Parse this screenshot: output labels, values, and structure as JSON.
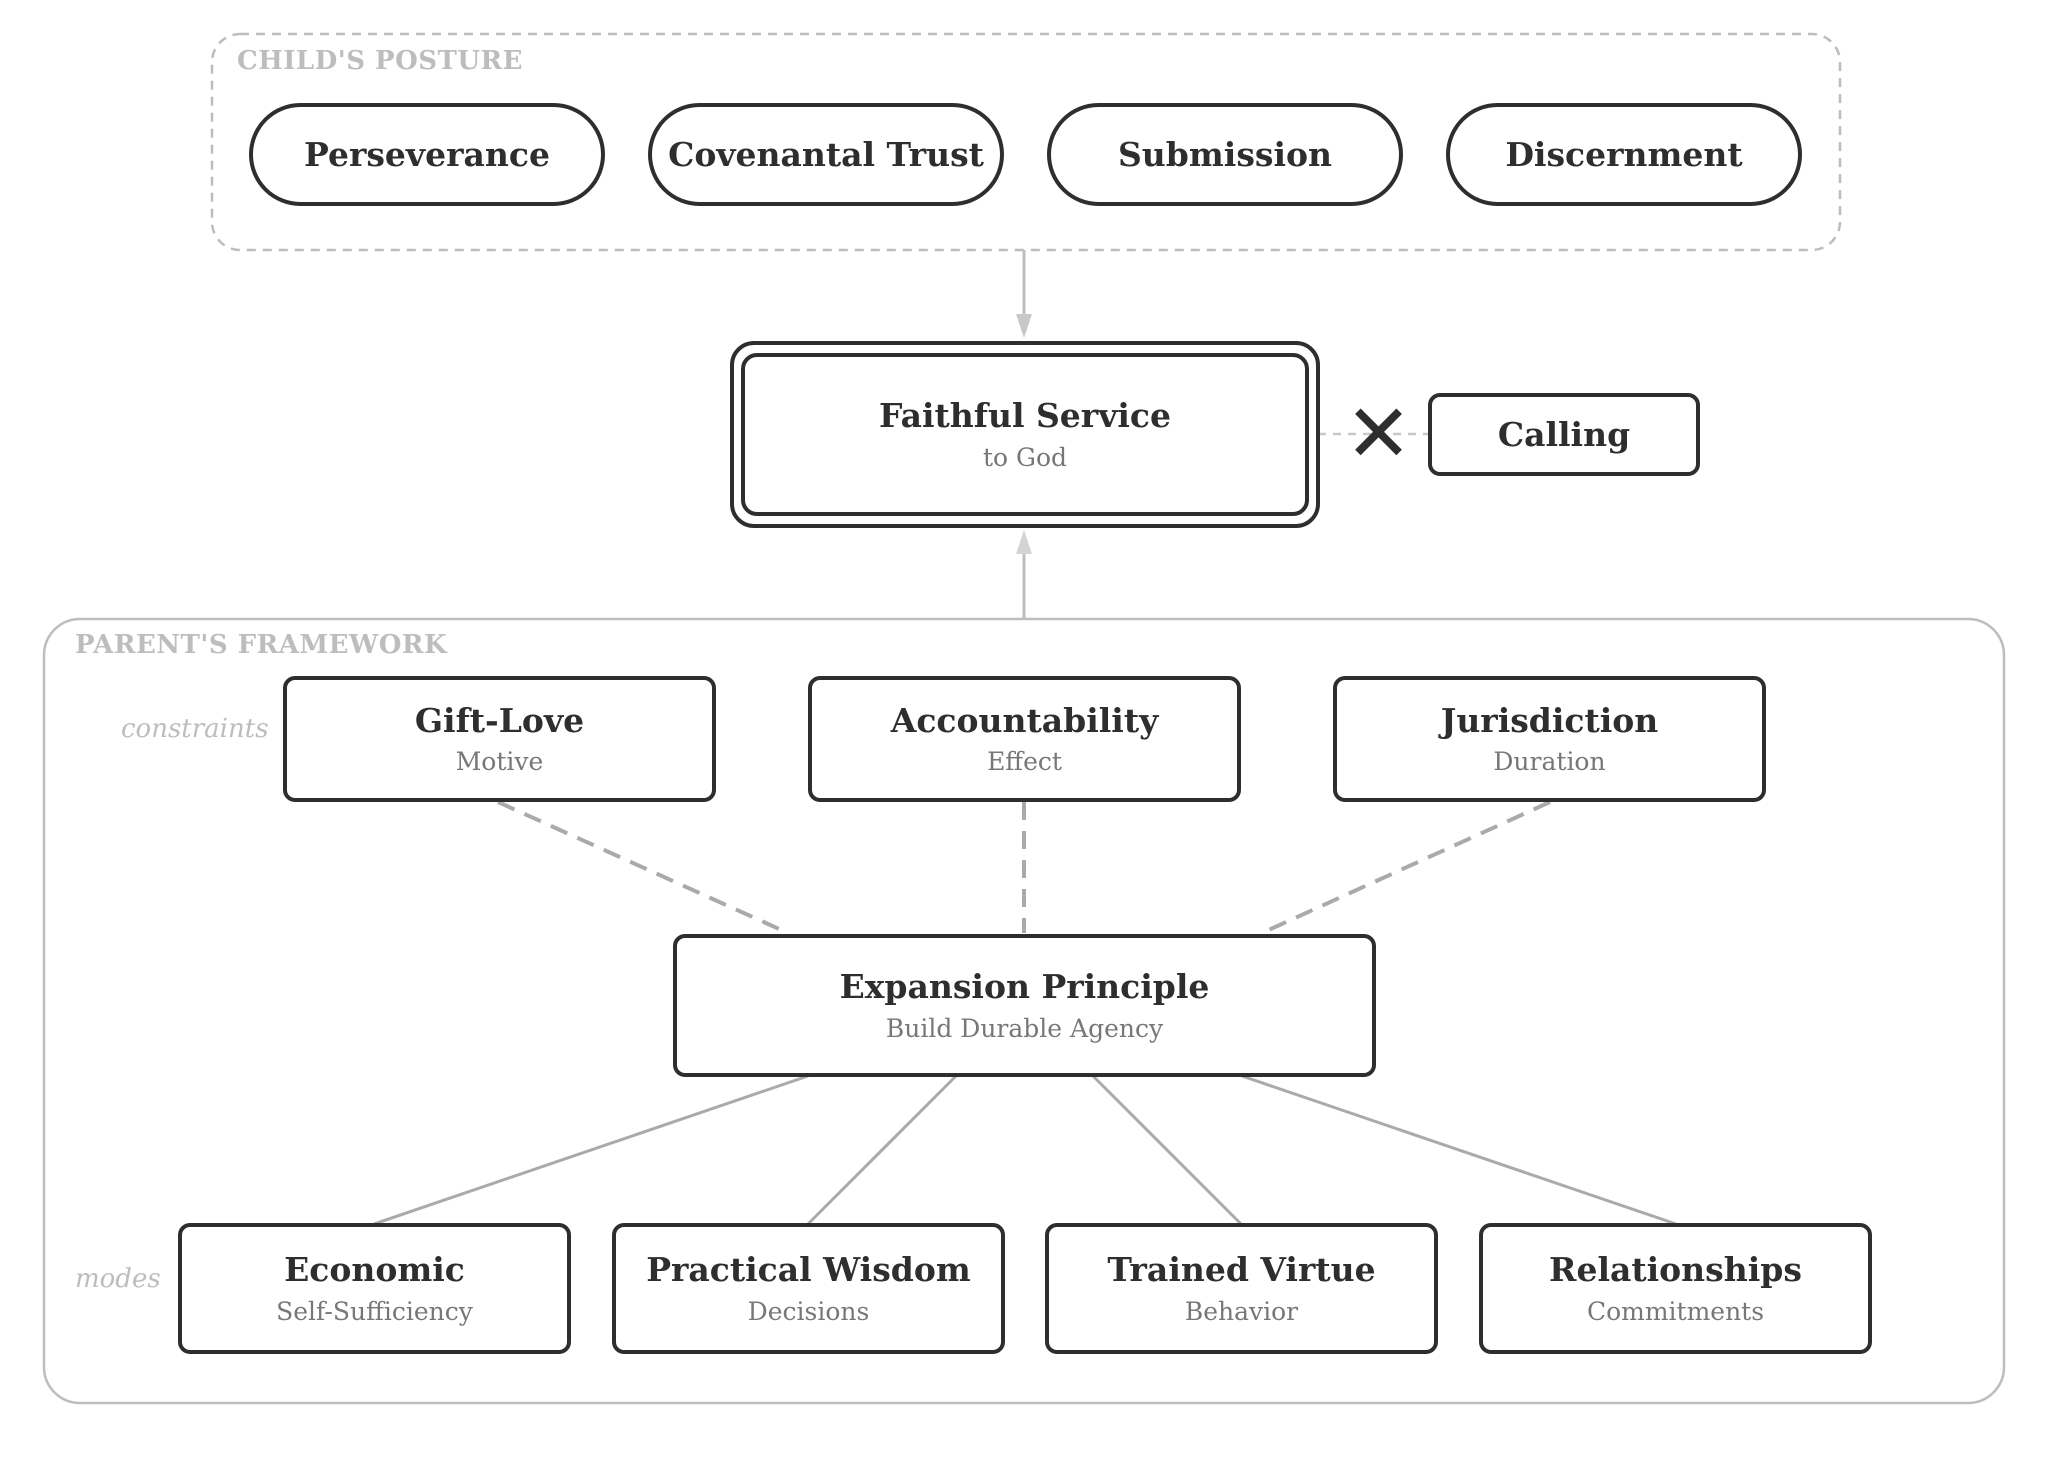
{
  "child_posture": {
    "label": "CHILD'S POSTURE",
    "items": [
      "Perseverance",
      "Covenantal Trust",
      "Submission",
      "Discernment"
    ]
  },
  "center": {
    "title": "Faithful Service",
    "subtitle": "to God"
  },
  "calling": {
    "title": "Calling"
  },
  "parent_framework": {
    "label": "PARENT'S FRAMEWORK",
    "constraints_label": "constraints",
    "modes_label": "modes",
    "constraints": [
      {
        "title": "Gift-Love",
        "subtitle": "Motive"
      },
      {
        "title": "Accountability",
        "subtitle": "Effect"
      },
      {
        "title": "Jurisdiction",
        "subtitle": "Duration"
      }
    ],
    "principle": {
      "title": "Expansion Principle",
      "subtitle": "Build Durable Agency"
    },
    "modes": [
      {
        "title": "Economic",
        "subtitle": "Self-Sufficiency"
      },
      {
        "title": "Practical Wisdom",
        "subtitle": "Decisions"
      },
      {
        "title": "Trained Virtue",
        "subtitle": "Behavior"
      },
      {
        "title": "Relationships",
        "subtitle": "Commitments"
      }
    ]
  },
  "colors": {
    "ink": "#2e2e2e",
    "muted": "#777777",
    "faint": "#bdbdbd",
    "connector": "#aaaaaa"
  }
}
